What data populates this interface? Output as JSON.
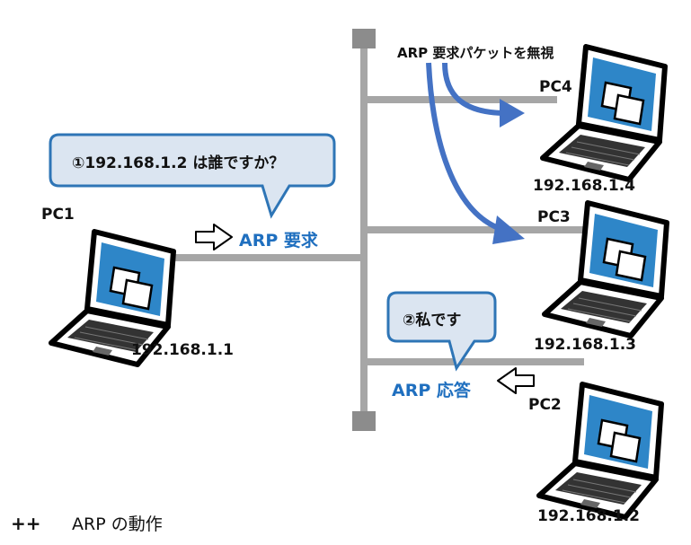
{
  "colors": {
    "network_line": "#a6a6a6",
    "bubble_fill": "#dbe5f1",
    "bubble_stroke": "#2e75b6",
    "arrow_blue": "#4472c4",
    "label_blue": "#1f6fbf",
    "screen_blue": "#2e86c8"
  },
  "icons": [
    "laptop-icon",
    "hollow-arrow-icon",
    "curved-arrow-icon"
  ],
  "pcs": [
    {
      "name": "PC1",
      "ip": "192.168.1.1"
    },
    {
      "name": "PC2",
      "ip": "192.168.1.2"
    },
    {
      "name": "PC3",
      "ip": "192.168.1.3"
    },
    {
      "name": "PC4",
      "ip": "192.168.1.4"
    }
  ],
  "bubbles": {
    "request": "①192.168.1.2 は誰ですか？",
    "reply": "②私です"
  },
  "labels": {
    "arp_request": "ARP 要求",
    "arp_reply": "ARP 応答",
    "ignore_packet": "ARP 要求パケットを無視"
  },
  "caption": {
    "marker": "++",
    "text": "ARP の動作"
  }
}
